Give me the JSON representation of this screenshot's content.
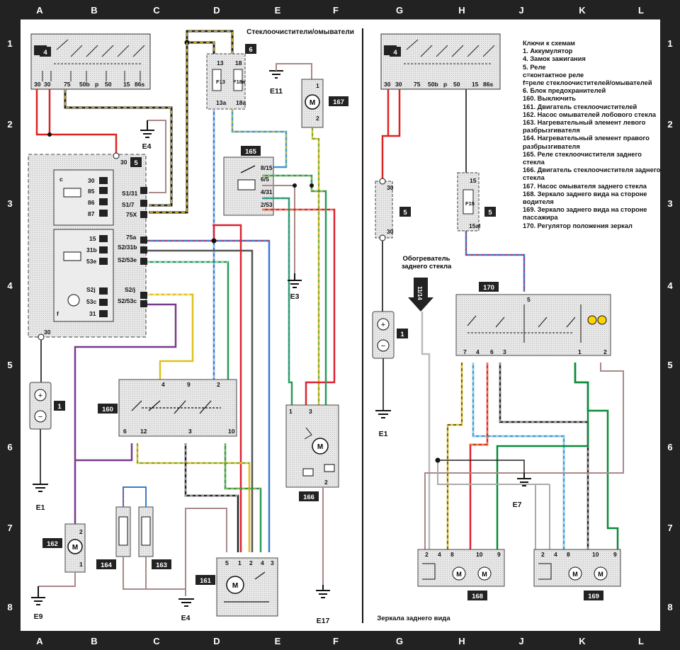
{
  "header": {
    "section_title": "Стеклоочистители/омыватели"
  },
  "grid": {
    "columns": [
      "A",
      "B",
      "C",
      "D",
      "E",
      "F",
      "G",
      "H",
      "J",
      "K",
      "L"
    ],
    "rows": [
      "1",
      "2",
      "3",
      "4",
      "5",
      "6",
      "7",
      "8"
    ]
  },
  "legend": {
    "title": "Ключи к схемам",
    "items": [
      "1. Аккумулятор",
      "4. Замок зажигания",
      "5. Реле",
      "c=контактное реле",
      "f=реле стеклоочистителей/омывателей",
      "6. Блок предохранителей",
      "160. Выключить",
      "161. Двигатель стеклоочистителей",
      "162. Насос омывателей лобового стекла",
      "163. Нагревательный элемент левого разбрызгивателя",
      "164. Нагревательный элемент правого разбрызгивателя",
      "165. Реле стеклоочистителя заднего стекла",
      "166. Двигатель стеклоочистителя заднего стекла",
      "167. Насос омывателя заднего стекла",
      "168. Зеркало заднего вида на стороне водителя",
      "169. Зеркало заднего вида на стороне пассажира",
      "170. Регулятор положения зеркал"
    ]
  },
  "components": {
    "c1": "1",
    "c4": "4",
    "c5": "5",
    "c6": "6",
    "c160": "160",
    "c161": "161",
    "c162": "162",
    "c163": "163",
    "c164": "164",
    "c165": "165",
    "c166": "166",
    "c167": "167",
    "c168": "168",
    "c169": "169",
    "c170": "170"
  },
  "grounds": {
    "e1": "E1",
    "e3": "E3",
    "e4_top": "E4",
    "e4_bottom": "E4",
    "e7": "E7",
    "e9": "E9",
    "e11": "E11",
    "e17": "E17",
    "e1_right": "E1"
  },
  "labels": {
    "ignition_pins": [
      "30",
      "30",
      "75",
      "50b",
      "p",
      "50",
      "15",
      "86s"
    ],
    "fuse_f13": "F13",
    "fuse_f18a": "F18a",
    "pin_13": "13",
    "pin_18": "18",
    "pin_13a": "13a",
    "pin_18a": "18a",
    "fuse_f15": "F15",
    "pin_15": "15",
    "pin_15a": "15al",
    "relay5_pins": [
      "30",
      "85",
      "86",
      "87",
      "15",
      "31b",
      "53e",
      "S2j",
      "53c",
      "31"
    ],
    "relay5_out": [
      "S1/31",
      "S1/7",
      "75X",
      "75a",
      "S2/31b",
      "S2/53e",
      "S2/j",
      "S2/53c"
    ],
    "relay_c": "c",
    "relay_f": "f",
    "relay_30": "30",
    "relay_30b": "30",
    "relay165": [
      "8/15",
      "6/5",
      "4/31",
      "2/53"
    ],
    "sw160_top": [
      "4",
      "9",
      "2"
    ],
    "sw160_bottom": [
      "6",
      "12",
      "3",
      "10"
    ],
    "mot161": [
      "5",
      "1",
      "2",
      "4",
      "3"
    ],
    "mot166": [
      "1",
      "3",
      "2"
    ],
    "pump167": [
      "1",
      "2"
    ],
    "pump162": [
      "2",
      "1"
    ],
    "relay_right_30_top": "30",
    "relay_right_30_bottom": "30",
    "ctrl170": [
      "5",
      "7",
      "4",
      "6",
      "3",
      "1",
      "2"
    ],
    "mirror168": [
      "2",
      "4",
      "8",
      "10",
      "9"
    ],
    "mirror169": [
      "2",
      "4",
      "8",
      "10",
      "9"
    ],
    "rear_heater": "Обогреватель заднего стекла",
    "rear_ref": "11/14",
    "mirrors_caption": "Зеркала заднего вида"
  }
}
